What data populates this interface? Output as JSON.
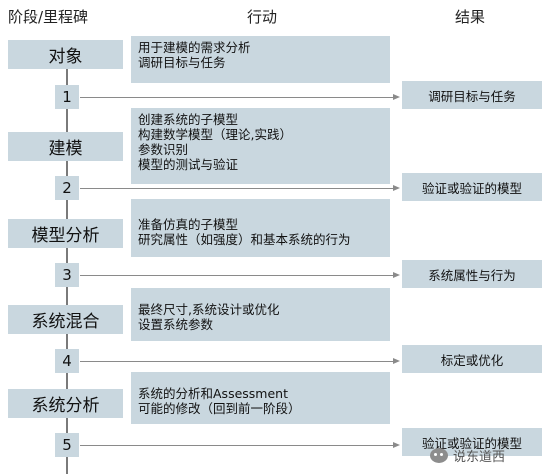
{
  "headers": {
    "phase": "阶段/里程碑",
    "action": "行动",
    "result": "结果"
  },
  "stages": [
    {
      "phase": "对象",
      "actions": [
        "用于建模的需求分析",
        "调研目标与任务"
      ],
      "milestone": "1",
      "result": "调研目标与任务"
    },
    {
      "phase": "建模",
      "actions": [
        "创建系统的子模型",
        "构建数学模型（理论,实践）",
        "参数识别",
        "模型的测试与验证"
      ],
      "milestone": "2",
      "result": "验证或验证的模型"
    },
    {
      "phase": "模型分析",
      "actions": [
        "准备仿真的子模型",
        "研究属性（如强度）和基本系统的行为"
      ],
      "milestone": "3",
      "result": "系统属性与行为"
    },
    {
      "phase": "系统混合",
      "actions": [
        "最终尺寸,系统设计或优化",
        "设置系统参数"
      ],
      "milestone": "4",
      "result": "标定或优化"
    },
    {
      "phase": "系统分析",
      "actions": [
        "系统的分析和Assessment",
        "可能的修改（回到前一阶段）"
      ],
      "milestone": "5",
      "result": "验证或验证的模型"
    }
  ],
  "watermark": "说东道西",
  "colors": {
    "box_fill": "#c9d7df",
    "connector": "#8a8a8a"
  }
}
